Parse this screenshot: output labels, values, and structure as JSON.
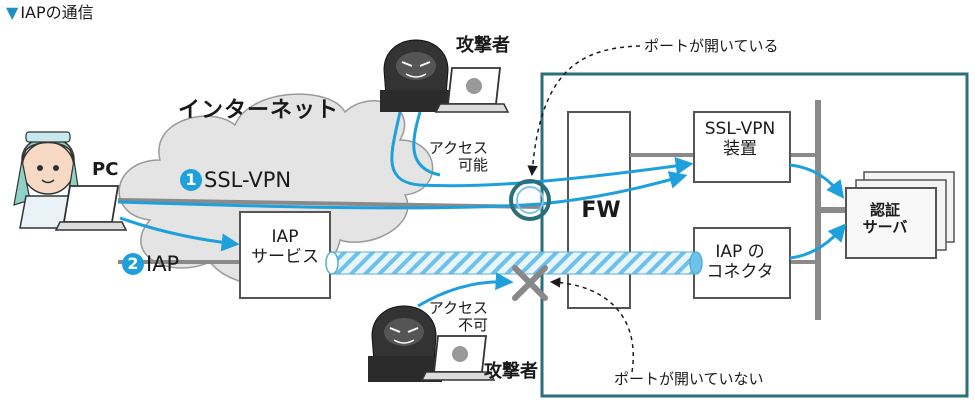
{
  "title": "IAPの通信",
  "title_marker": "▼",
  "internet_label": "インターネット",
  "pc_label": "PC",
  "route1": {
    "number": "1",
    "label": "SSL-VPN"
  },
  "route2": {
    "number": "2",
    "label": "IAP"
  },
  "attacker_top_label": "攻撃者",
  "attacker_bottom_label": "攻撃者",
  "access_ok": [
    "アクセス",
    "可能"
  ],
  "access_ng": [
    "アクセス",
    "不可"
  ],
  "port_open_note": "ポートが開いている",
  "port_closed_note": "ポートが開いていない",
  "iap_service": [
    "IAP",
    "サービス"
  ],
  "ssl_vpn_device": [
    "SSL-VPN",
    "装置"
  ],
  "fw_label": "FW",
  "iap_connector": [
    "IAP の",
    "コネクタ"
  ],
  "auth_server": [
    "認証",
    "サーバ"
  ],
  "colors": {
    "accent_blue": "#1ea0dc",
    "network_frame": "#2a6f7a",
    "cloud_fill": "#e4e4e4",
    "line_gray": "#8a8a8a"
  }
}
